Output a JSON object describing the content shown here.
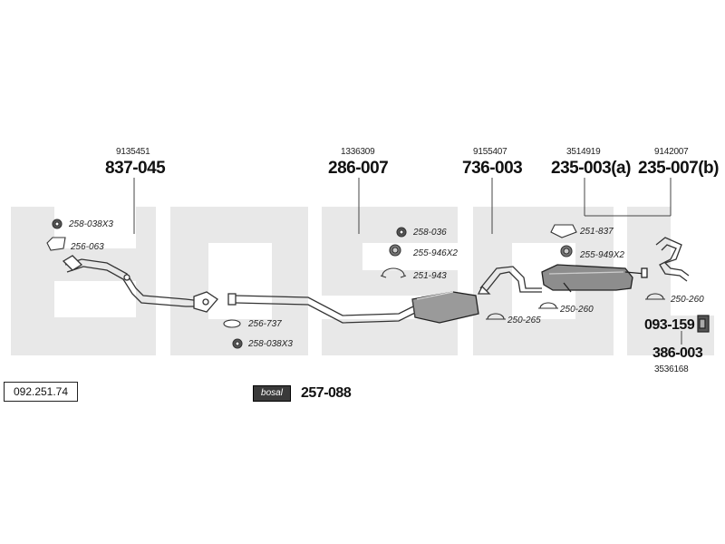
{
  "catalog_number": "092.251.74",
  "watermark_logo": "bosal",
  "brand_badge": "bosal",
  "parts": [
    {
      "ref": "9135451",
      "code": "837-045"
    },
    {
      "ref": "1336309",
      "code": "286-007"
    },
    {
      "ref": "9155407",
      "code": "736-003"
    },
    {
      "ref": "3514919",
      "code": "235-003(a)"
    },
    {
      "ref": "9142007",
      "code": "235-007(b)"
    }
  ],
  "rear_parts": {
    "hanger_code": "093-159",
    "tailpipe_code": "386-003",
    "tailpipe_ref": "3536168"
  },
  "kit_code": "257-088",
  "fittings": [
    "258-038X3",
    "256-063",
    "256-737",
    "258-038X3",
    "258-036",
    "255-946X2",
    "251-943",
    "250-265",
    "251-837",
    "255-949X2",
    "250-260",
    "250-260"
  ],
  "colors": {
    "watermark": "#e7e7e7",
    "line": "#333333"
  }
}
